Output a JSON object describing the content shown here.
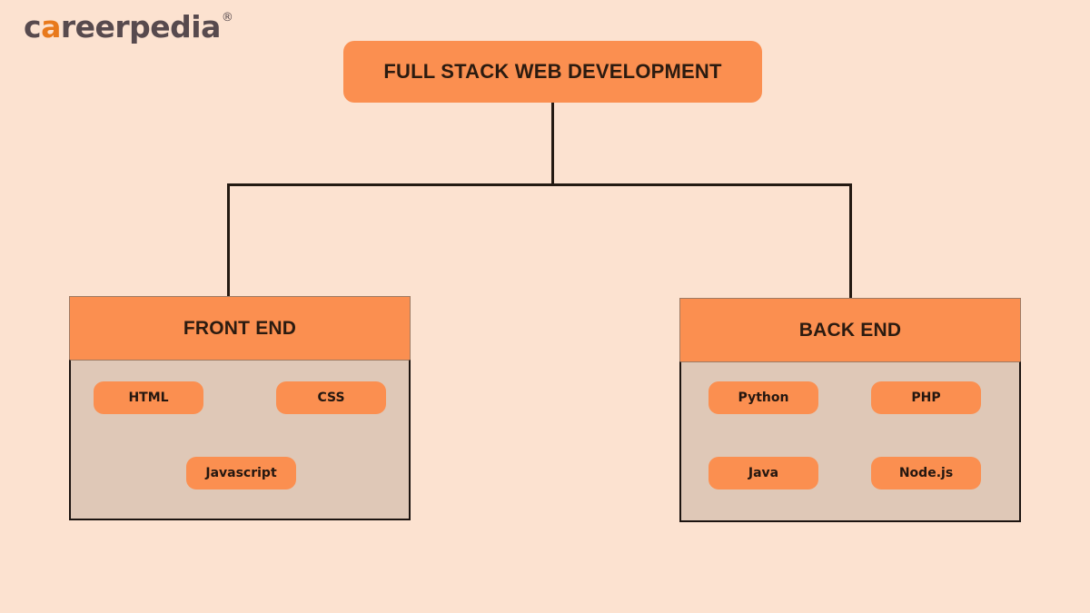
{
  "brand": {
    "name": "careerpedia",
    "name_prefix": "c",
    "name_accent": "a",
    "name_suffix": "reerpedia",
    "registered_mark": "®",
    "text_color": "#574A4E",
    "accent_color": "#E8791C"
  },
  "theme": {
    "background": "#FCE2D0",
    "node_orange": "#FB8F50",
    "panel_body": "#DFC8B7",
    "line_color": "#241A12",
    "text_dark": "#2B1B10"
  },
  "diagram": {
    "type": "tree",
    "root": {
      "label": "FULL STACK WEB DEVELOPMENT"
    },
    "branches": [
      {
        "id": "front-end",
        "header": "FRONT END",
        "items": [
          {
            "label": "HTML"
          },
          {
            "label": "CSS"
          },
          {
            "label": "Javascript"
          }
        ]
      },
      {
        "id": "back-end",
        "header": "BACK END",
        "items": [
          {
            "label": "Python"
          },
          {
            "label": "PHP"
          },
          {
            "label": "Java"
          },
          {
            "label": "Node.js"
          }
        ]
      }
    ]
  }
}
